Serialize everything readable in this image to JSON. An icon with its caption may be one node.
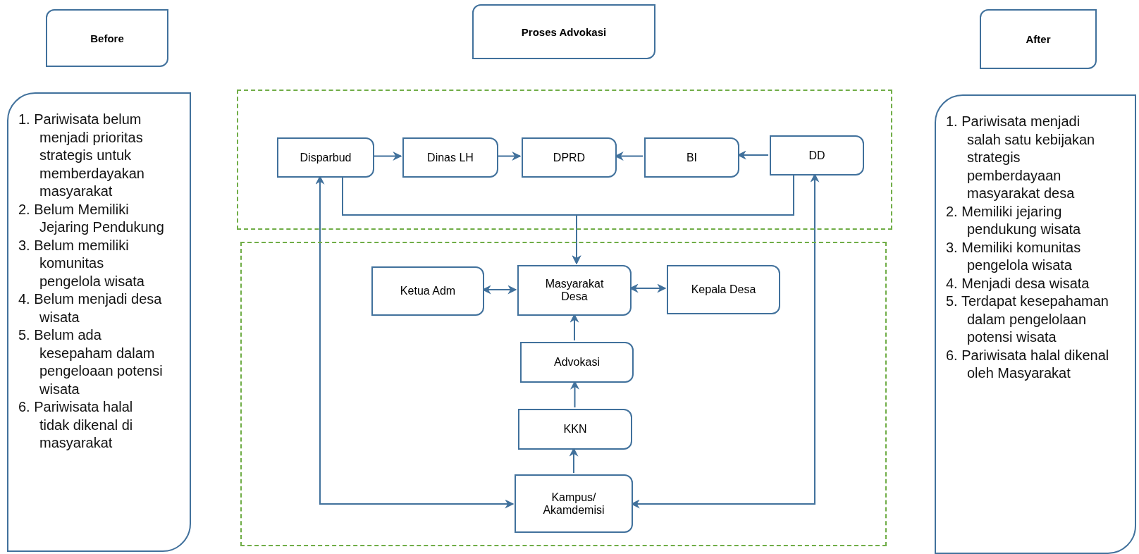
{
  "diagram": {
    "nodes": [
      {
        "text": [
          "Before"
        ]
      },
      {
        "text": [
          "Proses Advokasi"
        ]
      },
      {
        "text": [
          "After"
        ]
      },
      {
        "text": [
          "1. Pariwisata belum menjadi prioritas strategis untuk memberdayakan masyarakat",
          "2. Belum Memiliki Jejaring Pendukung",
          "3. Belum memiliki komunitas pengelola wisata",
          "4. Belum menjadi desa wisata",
          "5. Belum ada kesepaham dalam pengeloaan potensi wisata",
          "6. Pariwisata halal tidak dikenal di masyarakat"
        ]
      },
      {
        "text": [
          "1. Pariwisata menjadi salah satu kebijakan strategis pemberdayaan masyarakat desa",
          "2. Memiliki jejaring pendukung wisata",
          "3. Memiliki komunitas pengelola wisata",
          "4. Menjadi desa wisata",
          "5. Terdapat kesepahaman dalam pengelolaan potensi wisata",
          "6. Pariwisata halal dikenal oleh Masyarakat"
        ]
      },
      {
        "text": [],
        "shape": "box"
      },
      {
        "text": [],
        "shape": "box"
      },
      {
        "text": [
          "Disparbud"
        ],
        "in": 5
      },
      {
        "text": [
          "Dinas LH"
        ],
        "in": 5
      },
      {
        "text": [
          "DPRD"
        ],
        "in": 5
      },
      {
        "text": [
          "BI"
        ],
        "in": 5
      },
      {
        "text": [
          "DD"
        ],
        "in": 5
      },
      {
        "text": [
          "Ketua Adm"
        ],
        "in": 6
      },
      {
        "text": [
          "Masyarakat Desa"
        ],
        "in": 6
      },
      {
        "text": [
          "Kepala Desa"
        ],
        "in": 6
      },
      {
        "text": [
          "Advokasi"
        ],
        "in": 6
      },
      {
        "text": [
          "KKN"
        ],
        "in": 6
      },
      {
        "text": [
          "Kampus/ Akamdemisi"
        ],
        "in": 6
      }
    ],
    "edges": [
      {
        "from": 7,
        "to": 8,
        "arrow": "to"
      },
      {
        "from": 8,
        "to": 9,
        "arrow": "to"
      },
      {
        "from": 10,
        "to": 9,
        "arrow": "to"
      },
      {
        "from": 11,
        "to": 10,
        "arrow": "to"
      },
      {
        "from": 7,
        "to": 13,
        "arrow": "to"
      },
      {
        "from": 11,
        "to": 13,
        "arrow": "to"
      },
      {
        "from": 13,
        "to": 12,
        "arrow": "both"
      },
      {
        "from": 13,
        "to": 14,
        "arrow": "both"
      },
      {
        "from": 15,
        "to": 13,
        "arrow": "to"
      },
      {
        "from": 16,
        "to": 15,
        "arrow": "to"
      },
      {
        "from": 17,
        "to": 16,
        "arrow": "to"
      },
      {
        "from": 17,
        "to": 7,
        "arrow": "both"
      },
      {
        "from": 17,
        "to": 11,
        "arrow": "both"
      }
    ]
  }
}
